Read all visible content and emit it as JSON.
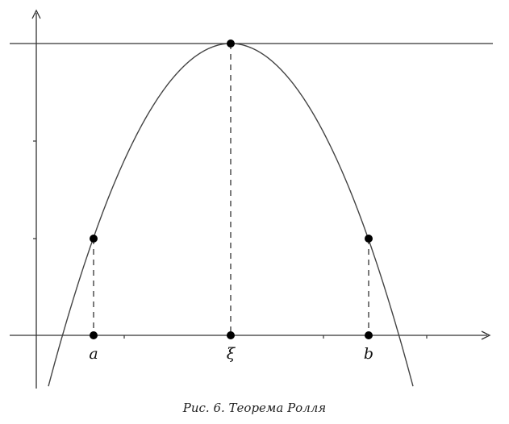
{
  "caption": "Рис. 6. Теорема Ролля",
  "labels": {
    "a": "a",
    "xi": "ξ",
    "b": "b"
  },
  "colors": {
    "curve": "#444444",
    "axis": "#333333",
    "point": "#000000"
  }
}
